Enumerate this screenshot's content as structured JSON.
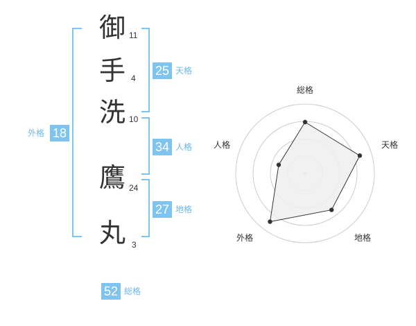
{
  "name": {
    "characters": [
      {
        "char": "御",
        "strokes": "11"
      },
      {
        "char": "手",
        "strokes": "4"
      },
      {
        "char": "洗",
        "strokes": "10"
      },
      {
        "char": "鷹",
        "strokes": "24"
      },
      {
        "char": "丸",
        "strokes": "3"
      }
    ]
  },
  "scores": {
    "tenkaku": {
      "value": "25",
      "label": "天格"
    },
    "jinkaku": {
      "value": "34",
      "label": "人格"
    },
    "chikaku": {
      "value": "27",
      "label": "地格"
    },
    "gaikaku": {
      "value": "18",
      "label": "外格"
    },
    "soukaku": {
      "value": "52",
      "label": "総格"
    }
  },
  "chart_data": {
    "type": "radar",
    "axes": [
      "総格",
      "天格",
      "地格",
      "外格",
      "人格"
    ],
    "values": [
      0.74,
      0.83,
      0.65,
      0.86,
      0.4
    ],
    "range": [
      0,
      1
    ],
    "rings": 4,
    "colors": {
      "fill": "#eeeeee",
      "line": "#333333",
      "grid": "#cccccc",
      "point": "#333333"
    }
  },
  "colors": {
    "accent": "#7fc3ef",
    "accent_text": "#6cb8ea",
    "text": "#333333"
  }
}
